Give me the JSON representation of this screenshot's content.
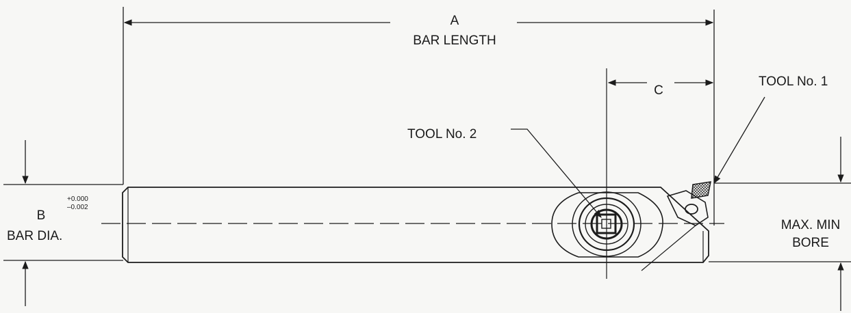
{
  "labels": {
    "a_letter": "A",
    "a_name": "BAR LENGTH",
    "b_letter": "B",
    "b_name": "BAR DIA.",
    "tol_plus": "+0.000",
    "tol_minus": "–0.002",
    "c_letter": "C",
    "tool_1": "TOOL No. 1",
    "tool_2": "TOOL No. 2",
    "bore_line1": "MAX. MIN",
    "bore_line2": "BORE"
  },
  "colors": {
    "ink": "#1c1c1c",
    "paper": "#f7f7f5"
  }
}
